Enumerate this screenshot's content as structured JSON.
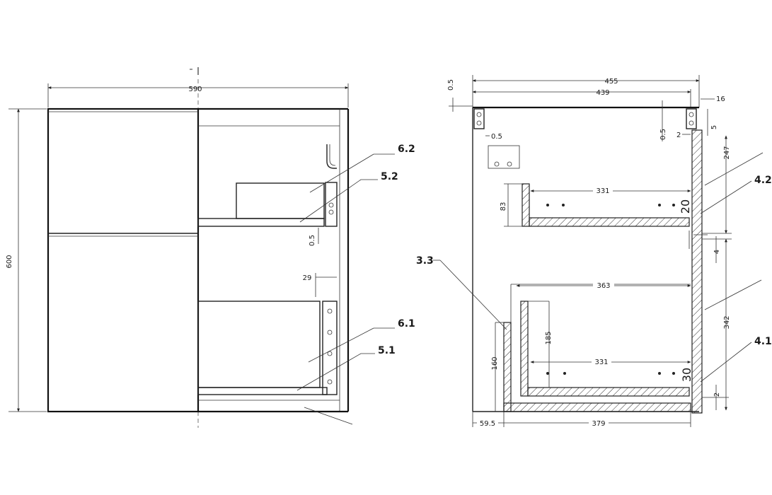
{
  "front_view": {
    "dimensions": {
      "width": "590",
      "height": "600",
      "gap": "0.5",
      "drawer_offset": "29"
    },
    "callouts": {
      "c62": "6.2",
      "c52": "5.2",
      "c61": "6.1",
      "c51": "5.1"
    }
  },
  "side_view": {
    "dimensions": {
      "overall_depth": "455",
      "inner_depth": "439",
      "top_gap": "0.5",
      "back_thickness": "16",
      "top_offset": "5",
      "hinge_gap_a": "0.5",
      "hinge_gap_b": "0.5",
      "hinge_gap_c": "2",
      "upper_height": "247",
      "upper_drawer_length": "331",
      "upper_drawer_height": "83",
      "upper_drawer_side": "20",
      "divider_gap": "4",
      "lower_inner_length": "363",
      "lower_height": "342",
      "lower_drawer_height": "185",
      "lower_drawer_length": "331",
      "front_panel_height": "160",
      "lower_drawer_side": "30",
      "bottom_gap": "2",
      "front_offset": "59.5",
      "bottom_length": "379"
    },
    "callouts": {
      "c33": "3.3",
      "c42": "4.2",
      "c41": "4.1"
    }
  }
}
